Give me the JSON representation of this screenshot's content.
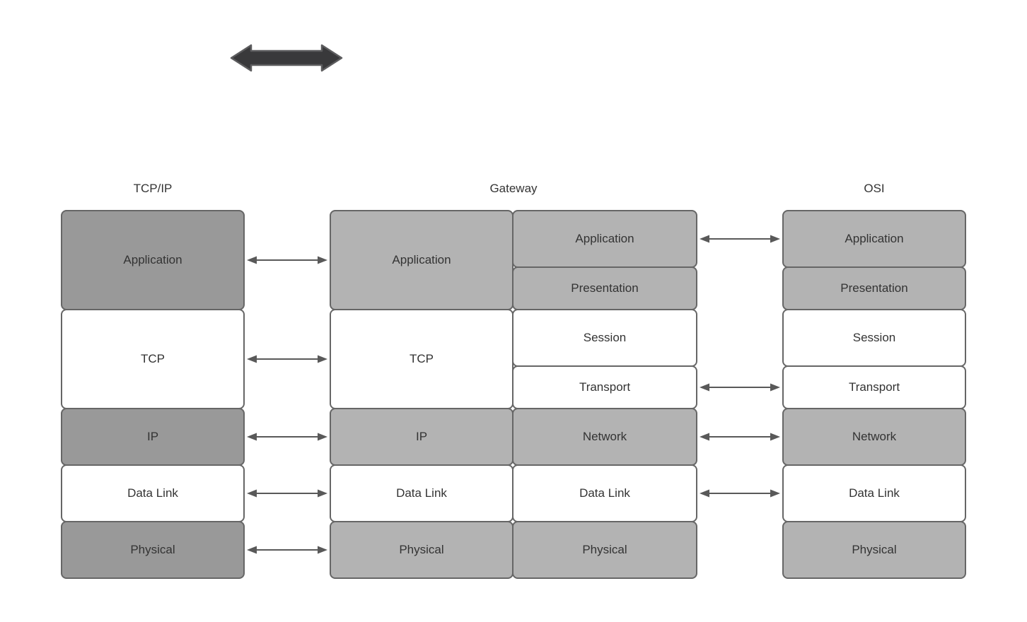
{
  "columns": {
    "tcpip": {
      "title": "TCP/IP",
      "layers": [
        {
          "label": "Application",
          "fill": "#999999"
        },
        {
          "label": "TCP",
          "fill": "#ffffff"
        },
        {
          "label": "IP",
          "fill": "#999999"
        },
        {
          "label": "Data Link",
          "fill": "#ffffff"
        },
        {
          "label": "Physical",
          "fill": "#999999"
        }
      ]
    },
    "gateway": {
      "title": "Gateway",
      "left_stack": [
        {
          "label": "Application",
          "fill": "#b3b3b3"
        },
        {
          "label": "TCP",
          "fill": "#ffffff"
        },
        {
          "label": "IP",
          "fill": "#b3b3b3"
        },
        {
          "label": "Data Link",
          "fill": "#ffffff"
        },
        {
          "label": "Physical",
          "fill": "#b3b3b3"
        }
      ],
      "right_stack": [
        {
          "label": "Application",
          "fill": "#b3b3b3"
        },
        {
          "label": "Presentation",
          "fill": "#b3b3b3"
        },
        {
          "label": "Session",
          "fill": "#ffffff"
        },
        {
          "label": "Transport",
          "fill": "#ffffff"
        },
        {
          "label": "Network",
          "fill": "#b3b3b3"
        },
        {
          "label": "Data Link",
          "fill": "#ffffff"
        },
        {
          "label": "Physical",
          "fill": "#b3b3b3"
        }
      ]
    },
    "osi": {
      "title": "OSI",
      "layers": [
        {
          "label": "Application",
          "fill": "#b3b3b3"
        },
        {
          "label": "Presentation",
          "fill": "#b3b3b3"
        },
        {
          "label": "Session",
          "fill": "#ffffff"
        },
        {
          "label": "Transport",
          "fill": "#ffffff"
        },
        {
          "label": "Network",
          "fill": "#b3b3b3"
        },
        {
          "label": "Data Link",
          "fill": "#ffffff"
        },
        {
          "label": "Physical",
          "fill": "#b3b3b3"
        }
      ]
    }
  },
  "connections": {
    "tcpip_to_gateway": [
      "Application",
      "TCP",
      "IP",
      "Data Link",
      "Physical"
    ],
    "gateway_to_osi": [
      "Application",
      "Transport",
      "Network",
      "Data Link"
    ]
  },
  "icons": {
    "top_icon": "double-headed-arrow"
  },
  "colors": {
    "dark_gray_fill": "#999999",
    "light_gray_fill": "#b3b3b3",
    "white_fill": "#ffffff",
    "box_border": "#666666",
    "arrow": "#595959",
    "thick_arrow_fill": "#39393b",
    "thick_arrow_outline": "#5c5c5e",
    "text": "#333333",
    "background": "#ffffff"
  }
}
